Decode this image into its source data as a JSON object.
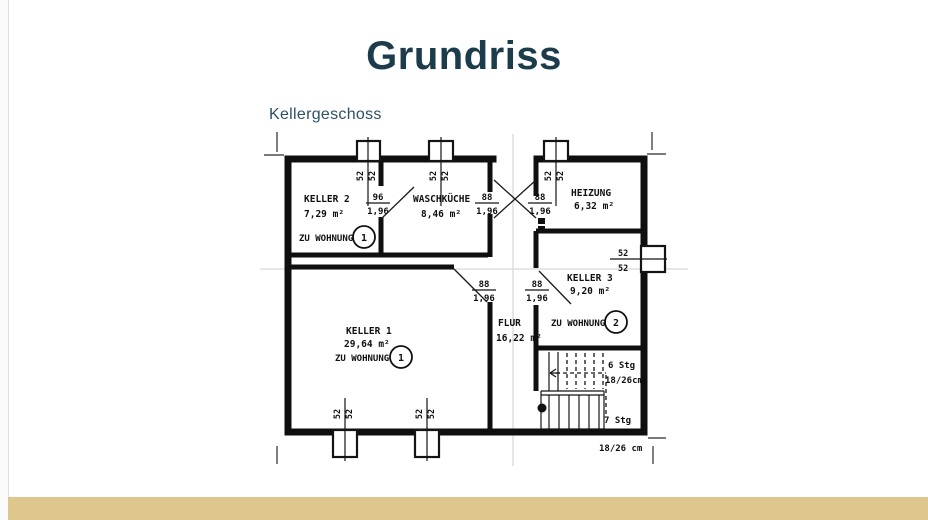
{
  "slide": {
    "title": "Grundriss",
    "subtitle": "Kellergeschoss"
  },
  "colors": {
    "title_text": "#1d3c4b",
    "subtitle_text": "#2e5066",
    "accent_bar": "#ddc78d",
    "plan_ink": "#101010"
  },
  "plan": {
    "rooms": {
      "keller2": {
        "name": "KELLER 2",
        "area": "7,29 m²",
        "dest": "ZU WOHNUNG",
        "dest_num": "1"
      },
      "waschkueche": {
        "name": "WASCHKÜCHE",
        "area": "8,46 m²"
      },
      "heizung": {
        "name": "HEIZUNG",
        "area": "6,32 m²"
      },
      "keller3": {
        "name": "KELLER 3",
        "area": "9,20 m²",
        "dest": "ZU WOHNUNG",
        "dest_num": "2"
      },
      "keller1": {
        "name": "KELLER 1",
        "area": "29,64 m²",
        "dest": "ZU WOHNUNG",
        "dest_num": "1"
      },
      "flur": {
        "name": "FLUR",
        "area": "16,22 m²"
      }
    },
    "dims": {
      "w52": "52",
      "d88": "88",
      "d96": "96",
      "h196": "1,96"
    },
    "stairs": {
      "upper": "6 Stg",
      "upper_dim": "18/26cm",
      "lower": "7 Stg",
      "note": "18/26 cm"
    }
  }
}
